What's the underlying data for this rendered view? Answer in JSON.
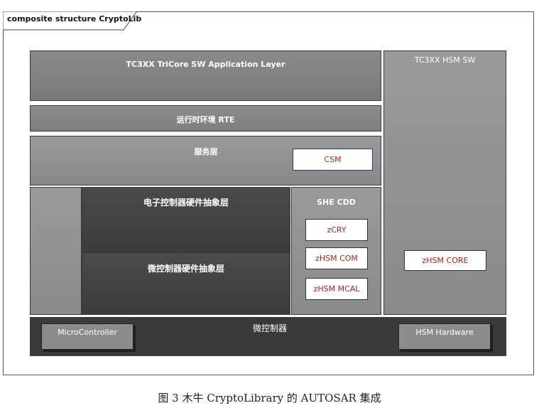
{
  "frame": {
    "title": "composite structure CryptoLib"
  },
  "layers": {
    "application": "TC3XX TriCore SW Application Layer",
    "rte": "运行时环境 RTE",
    "service": "服务层",
    "csm": "CSM",
    "ecu_abstraction": "电子控制器硬件抽象层",
    "mcu_abstraction": "微控制器硬件抽象层",
    "she_cdd": "SHE CDD",
    "zcry": "zCRY",
    "zhsm_com": "zHSM COM",
    "zhsm_mcal": "zHSM MCAL",
    "hsm_sw": "TC3XX HSM SW",
    "zhsm_core": "zHSM CORE",
    "microcontroller_layer": "微控制器",
    "microcontroller": "MicroController",
    "hsm_hardware": "HSM Hardware"
  },
  "caption": "图 3 木牛 CryptoLibrary 的 AUTOSAR 集成"
}
